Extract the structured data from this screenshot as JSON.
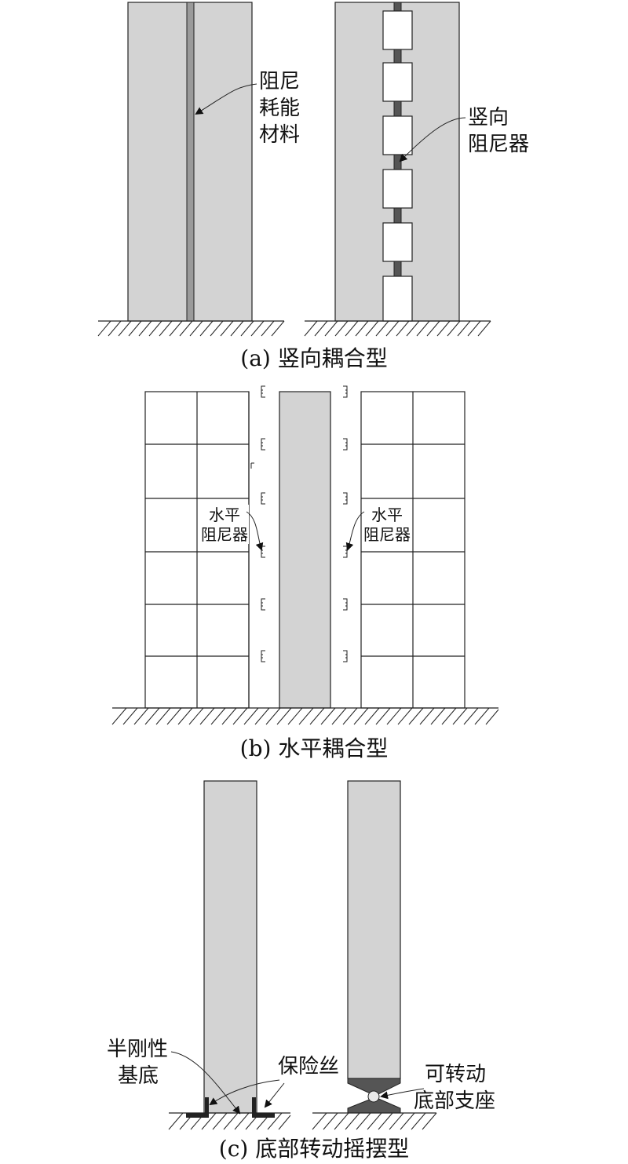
{
  "panel_a": {
    "caption": "(a) 竖向耦合型",
    "label_left": [
      "阻尼",
      "耗能",
      "材料"
    ],
    "label_right": [
      "竖向",
      "阻尼器"
    ]
  },
  "panel_b": {
    "caption": "(b) 水平耦合型",
    "label_left": [
      "水平",
      "阻尼器"
    ],
    "label_right": [
      "水平",
      "阻尼器"
    ]
  },
  "panel_c": {
    "caption": "(c) 底部转动摇摆型",
    "label_base": [
      "半刚性",
      "基底"
    ],
    "label_fuse": "保险丝",
    "label_support": [
      "可转动",
      "底部支座"
    ]
  },
  "colors": {
    "wall": "#d3d3d3",
    "damper": "#555555",
    "stroke": "#222222"
  }
}
